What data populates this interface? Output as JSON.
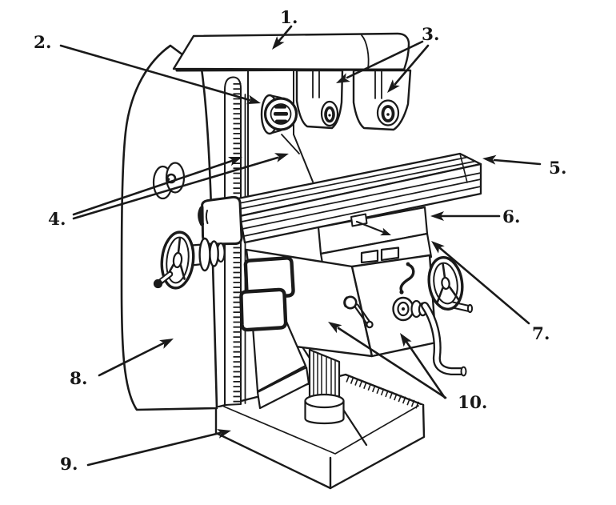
{
  "figure": {
    "background_color": "#ffffff",
    "ink_color": "#1a1a1a",
    "labels": [
      {
        "text": "1."
      },
      {
        "text": "2."
      },
      {
        "text": "3."
      },
      {
        "text": "4."
      },
      {
        "text": "5."
      },
      {
        "text": "6."
      },
      {
        "text": "7."
      },
      {
        "text": "8."
      },
      {
        "text": "9."
      },
      {
        "text": "10."
      }
    ]
  }
}
